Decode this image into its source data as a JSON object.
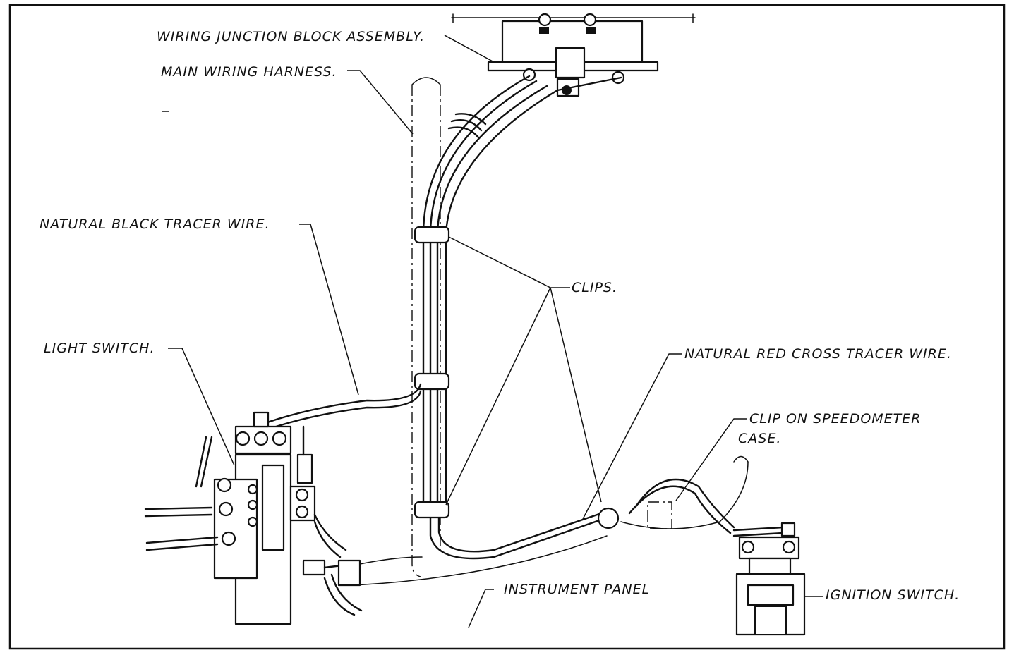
{
  "labels": {
    "junction_block": "WIRING JUNCTION BLOCK ASSEMBLY.",
    "main_harness": "MAIN WIRING HARNESS.",
    "black_tracer": "NATURAL BLACK TRACER WIRE.",
    "clips": "CLIPS.",
    "light_switch": "LIGHT SWITCH.",
    "red_cross_tracer": "NATURAL RED CROSS TRACER WIRE.",
    "clip_speedometer_line1": "CLIP ON SPEEDOMETER",
    "clip_speedometer_line2": "CASE.",
    "instrument_panel": "INSTRUMENT PANEL",
    "ignition_switch": "IGNITION SWITCH."
  },
  "colors": {
    "ink": "#111111",
    "paper": "#ffffff"
  }
}
